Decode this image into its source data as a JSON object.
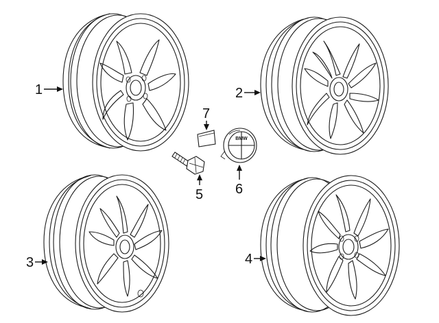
{
  "callouts": [
    {
      "id": "1",
      "label": "1"
    },
    {
      "id": "2",
      "label": "2"
    },
    {
      "id": "3",
      "label": "3"
    },
    {
      "id": "4",
      "label": "4"
    },
    {
      "id": "5",
      "label": "5"
    },
    {
      "id": "6",
      "label": "6"
    },
    {
      "id": "7",
      "label": "7"
    }
  ],
  "emblem_text": "BMW"
}
